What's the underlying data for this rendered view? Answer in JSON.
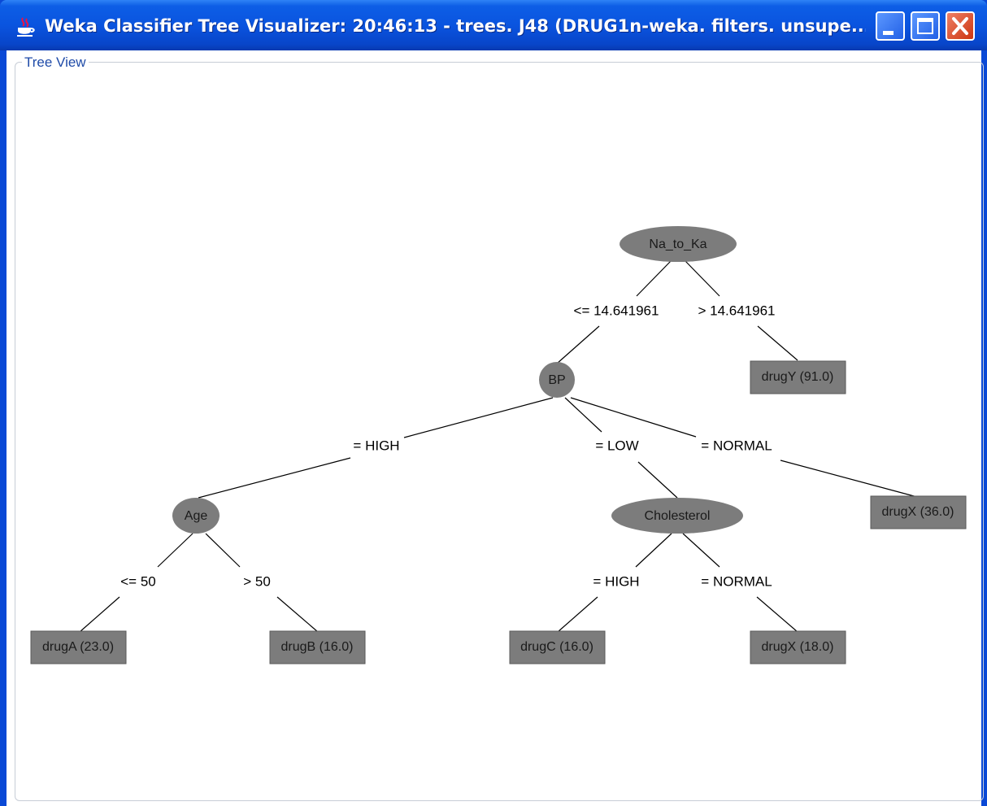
{
  "window": {
    "title": "Weka Classifier Tree Visualizer: 20:46:13 - trees. J48 (DRUG1n-weka. filters. unsupe..."
  },
  "panel": {
    "title": "Tree View"
  },
  "tree": {
    "node_fill": "#7c7c7c",
    "nodes": [
      {
        "name": "root-node-na-to-ka",
        "label": "Na_to_Ka"
      },
      {
        "name": "node-bp",
        "label": "BP"
      },
      {
        "name": "leaf-drugy",
        "label": "drugY (91.0)"
      },
      {
        "name": "node-age",
        "label": "Age"
      },
      {
        "name": "node-cholesterol",
        "label": "Cholesterol"
      },
      {
        "name": "leaf-drugx-normal",
        "label": "drugX (36.0)"
      },
      {
        "name": "leaf-druga",
        "label": "drugA (23.0)"
      },
      {
        "name": "leaf-drugb",
        "label": "drugB (16.0)"
      },
      {
        "name": "leaf-drugc",
        "label": "drugC (16.0)"
      },
      {
        "name": "leaf-drugx-cholesterol",
        "label": "drugX (18.0)"
      }
    ],
    "edges": [
      {
        "label": "<= 14.641961"
      },
      {
        "label": "> 14.641961"
      },
      {
        "label": "= HIGH"
      },
      {
        "label": "= LOW"
      },
      {
        "label": "= NORMAL"
      },
      {
        "label": "<= 50"
      },
      {
        "label": "> 50"
      },
      {
        "label": "= HIGH"
      },
      {
        "label": "= NORMAL"
      }
    ]
  },
  "colors": {
    "titlebar": "#0a54df",
    "node_fill": "#7c7c7c",
    "panel_title": "#1f4ba8"
  }
}
